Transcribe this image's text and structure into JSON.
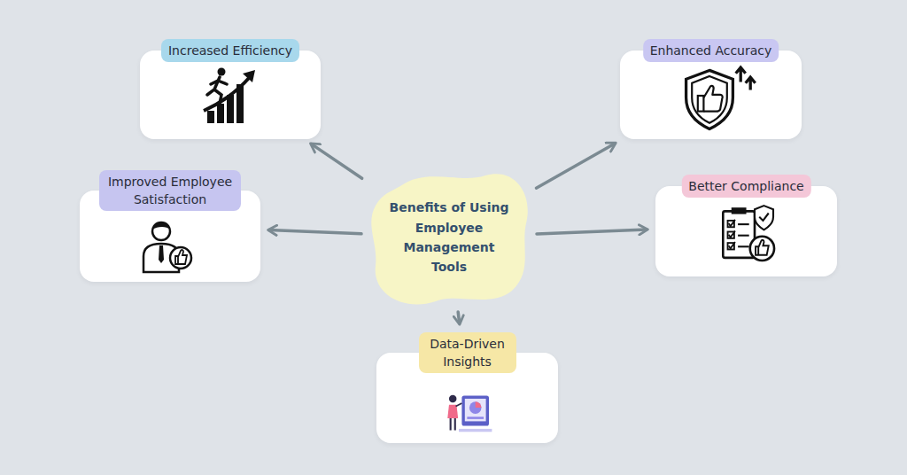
{
  "diagram": {
    "nodes": [
      {
        "text": [
          "Benefits of Using Employee Management Tools"
        ]
      },
      {
        "text": [
          "Increased Efficiency"
        ]
      },
      {
        "text": [
          "Enhanced Accuracy"
        ]
      },
      {
        "text": [
          "Improved Employee Satisfaction"
        ]
      },
      {
        "text": [
          "Better Compliance"
        ]
      },
      {
        "text": [
          "Data-Driven Insights"
        ]
      }
    ],
    "edges": [
      {
        "from": 0,
        "to": 1,
        "arrow": "to"
      },
      {
        "from": 0,
        "to": 2,
        "arrow": "to"
      },
      {
        "from": 0,
        "to": 3,
        "arrow": "to"
      },
      {
        "from": 0,
        "to": 4,
        "arrow": "to"
      },
      {
        "from": 0,
        "to": 5,
        "arrow": "to"
      }
    ]
  }
}
